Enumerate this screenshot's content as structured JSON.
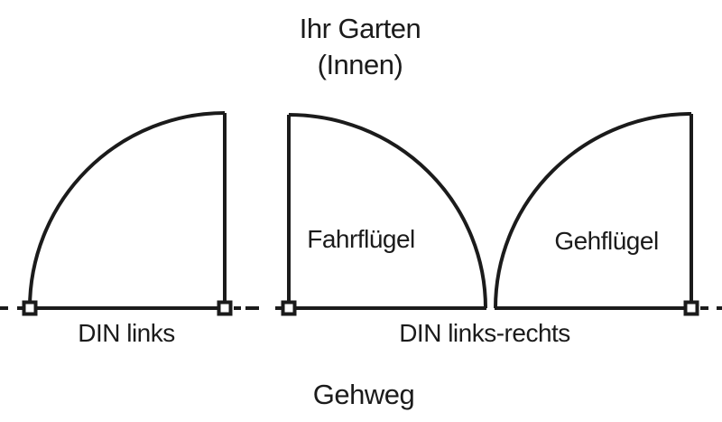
{
  "diagram": {
    "area_top": {
      "line1": "Ihr Garten",
      "line2": "(Innen)"
    },
    "area_bottom": "Gehweg",
    "doors": {
      "left": {
        "type_label": "DIN links"
      },
      "double": {
        "type_label": "DIN links-rechts",
        "left_wing_label": "Fahrflügel",
        "right_wing_label": "Gehflügel"
      }
    },
    "colors": {
      "line": "#1b1b1b",
      "background": "#ffffff"
    }
  }
}
